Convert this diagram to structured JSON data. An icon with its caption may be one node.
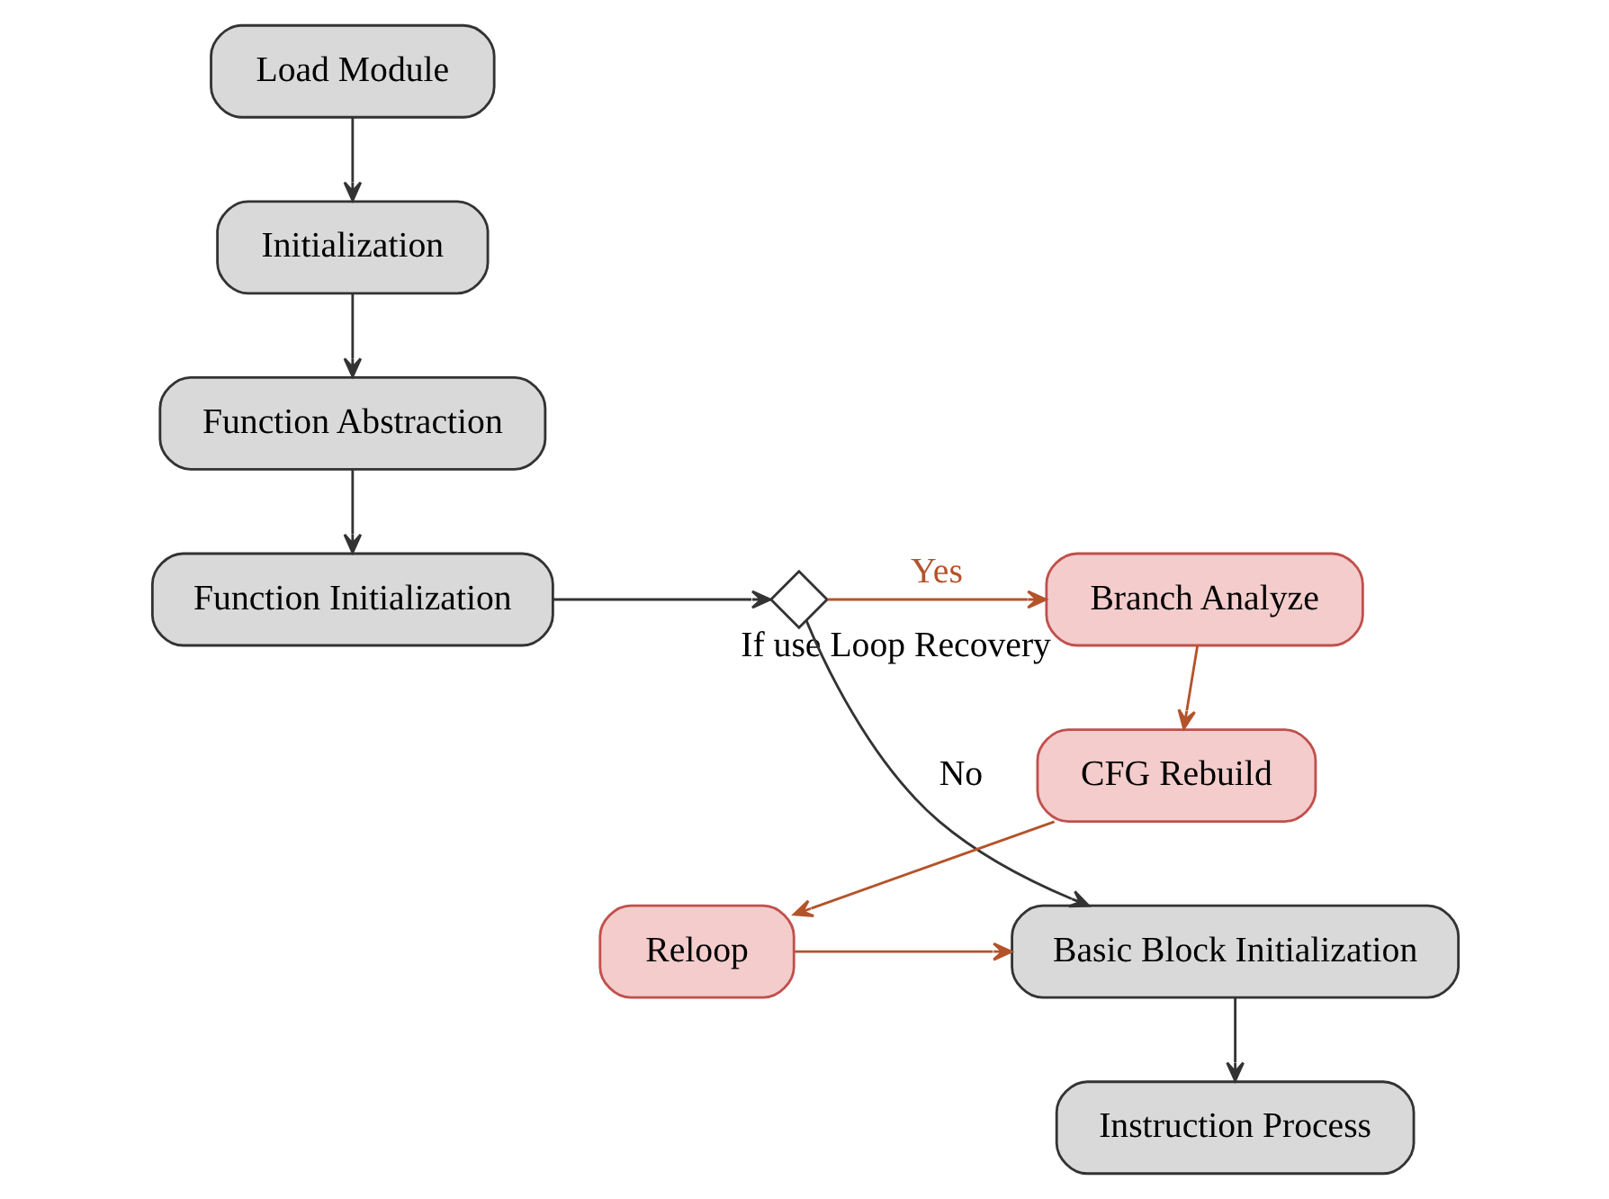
{
  "diagram": {
    "nodes": [
      {
        "text": [
          "Load Module"
        ]
      },
      {
        "text": [
          "Initialization"
        ]
      },
      {
        "text": [
          "Function Abstraction"
        ]
      },
      {
        "text": [
          "Function Initialization"
        ]
      },
      {
        "text": [],
        "shape": "diamond",
        "beside": [
          "If use Loop Recovery"
        ]
      },
      {
        "text": [
          "Branch Analyze"
        ]
      },
      {
        "text": [
          "CFG Rebuild"
        ]
      },
      {
        "text": [
          "Reloop"
        ]
      },
      {
        "text": [
          "Basic Block Initialization"
        ]
      },
      {
        "text": [
          "Instruction Process"
        ]
      }
    ],
    "edges": [
      {
        "from": 0,
        "to": 1,
        "arrow": "to"
      },
      {
        "from": 1,
        "to": 2,
        "arrow": "to"
      },
      {
        "from": 2,
        "to": 3,
        "arrow": "to"
      },
      {
        "from": 3,
        "to": 4,
        "arrow": "to"
      },
      {
        "from": 4,
        "to": 5,
        "arrow": "to",
        "label": "Yes",
        "color": "#b4532a"
      },
      {
        "from": 5,
        "to": 6,
        "arrow": "to",
        "color": "#b4532a"
      },
      {
        "from": 6,
        "to": 7,
        "arrow": "to",
        "color": "#b4532a"
      },
      {
        "from": 7,
        "to": 8,
        "arrow": "to",
        "color": "#b4532a"
      },
      {
        "from": 4,
        "to": 8,
        "arrow": "to",
        "label": "No"
      },
      {
        "from": 8,
        "to": 9,
        "arrow": "to"
      }
    ]
  }
}
